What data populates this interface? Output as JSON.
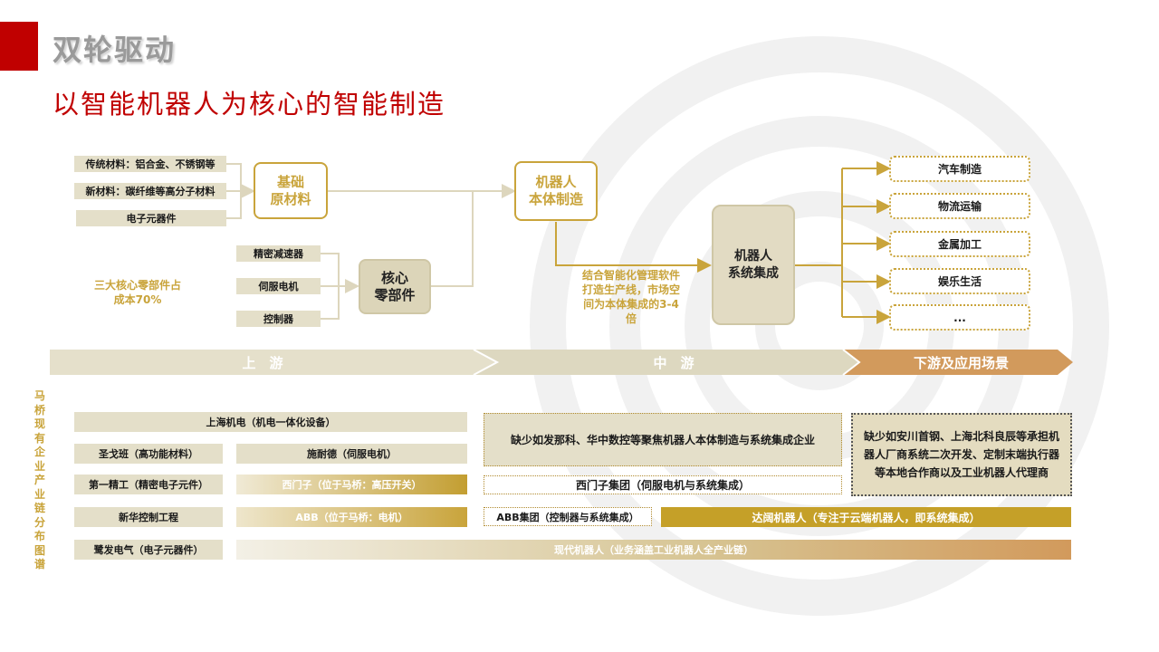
{
  "header": {
    "title": "双轮驱动",
    "subtitle": "以智能机器人为核心的智能制造"
  },
  "colors": {
    "accent_red": "#c00000",
    "gold": "#c9a43b",
    "beige": "#e4dfc9",
    "copper": "#d29a5c"
  },
  "diagram": {
    "materials": [
      "传统材料：铝合金、不锈钢等",
      "新材料：碳纤维等高分子材料",
      "电子元器件"
    ],
    "basic_materials": "基础\n原材料",
    "parts": [
      "精密减速器",
      "伺服电机",
      "控制器"
    ],
    "core_parts": "核心\n零部件",
    "cost_note": "三大核心零部件占\n成本70%",
    "robot_body": "机器人\n本体制造",
    "market_note": "结合智能化管理软件\n打造生产线，市场空\n间为本体集成的3-4\n倍",
    "system_integration": "机器人\n系统集成",
    "applications": [
      "汽车制造",
      "物流运输",
      "金属加工",
      "娱乐生活",
      "..."
    ]
  },
  "stages": [
    "上　游",
    "中　游",
    "下游及应用场景"
  ],
  "side_label": "马桥现有企业产业链分布图谱",
  "companies": {
    "shanghai_jidian": "上海机电（机电一体化设备）",
    "shengge": "圣戈班（高功能材料）",
    "schneider": "施耐德（伺服电机）",
    "diyi_jinggong": "第一精工（精密电子元件）",
    "siemens": "西门子（位于马桥：高压开关）",
    "xinhua": "新华控制工程",
    "abb": "ABB（位于马桥：电机）",
    "yingfa": "鹭发电气（电子元器件）",
    "xiandai": "现代机器人（业务涵盖工业机器人全产业链）",
    "mid_lacking": "缺少如发那科、华中数控等聚焦机器人本体制造与系统集成企业",
    "siemens_group": "西门子集团（伺服电机与系统集成）",
    "abb_group": "ABB集团（控制器与系统集成）",
    "dakuo": "达阔机器人（专注于云端机器人，即系统集成）",
    "down_lacking": "缺少如安川首钢、上海北科良辰等承担机器人厂商系统二次开发、定制末端执行器等本地合作商以及工业机器人代理商"
  }
}
